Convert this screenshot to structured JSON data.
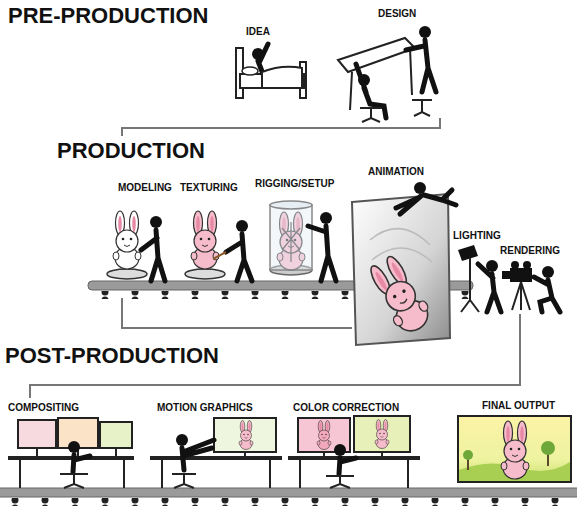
{
  "diagram": {
    "labels": [
      "PRE-PRODUCTION",
      "IDEA",
      "DESIGN",
      "PRODUCTION",
      "MODELING",
      "TEXTURING",
      "RIGGING/SETUP",
      "ANIMATION",
      "LIGHTING",
      "RENDERING",
      "POST-PRODUCTION",
      "COMPOSITING",
      "MOTION GRAPHICS",
      "COLOR CORRECTION",
      "FINAL OUTPUT"
    ]
  }
}
